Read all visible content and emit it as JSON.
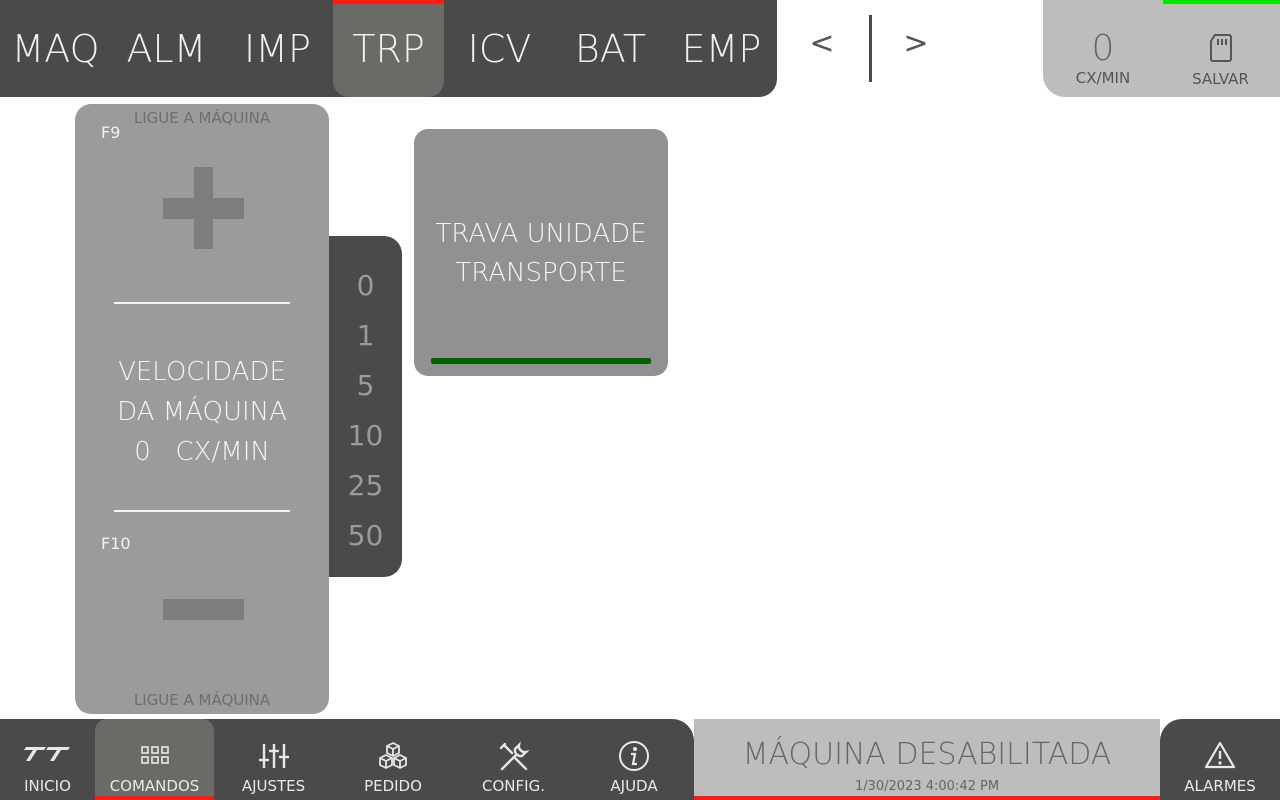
{
  "top_tabs": [
    {
      "label": "MAQ"
    },
    {
      "label": "ALM"
    },
    {
      "label": "IMP"
    },
    {
      "label": "TRP",
      "active": true
    },
    {
      "label": "ICV"
    },
    {
      "label": "BAT"
    },
    {
      "label": "EMP"
    }
  ],
  "pager": {
    "prev": "<",
    "next": ">"
  },
  "status_top": {
    "speed_value": "0",
    "speed_unit": "CX/MIN",
    "save_label": "SALVAR"
  },
  "speed_panel": {
    "top_hint": "LIGUE A MÁQUINA",
    "bottom_hint": "LIGUE A MÁQUINA",
    "increase_key": "F9",
    "decrease_key": "F10",
    "line1": "VELOCIDADE",
    "line2": "DA MÁQUINA",
    "value": "0",
    "unit": "CX/MIN"
  },
  "speed_steps": [
    "0",
    "1",
    "5",
    "10",
    "25",
    "50"
  ],
  "lock_button": {
    "line1": "TRAVA UNIDADE",
    "line2": "TRANSPORTE",
    "indicator_color": "#006400"
  },
  "bottom_nav": [
    {
      "label": "INICIO",
      "icon": "logo-icon"
    },
    {
      "label": "COMANDOS",
      "icon": "grid-icon",
      "active": true
    },
    {
      "label": "AJUSTES",
      "icon": "sliders-icon"
    },
    {
      "label": "PEDIDO",
      "icon": "boxes-icon"
    },
    {
      "label": "CONFIG.",
      "icon": "tools-icon"
    },
    {
      "label": "AJUDA",
      "icon": "info-icon"
    }
  ],
  "machine_status": {
    "title": "MÁQUINA DESABILITADA",
    "datetime": "1/30/2023 4:00:42 PM"
  },
  "alarms": {
    "label": "ALARMES",
    "icon": "warning-icon"
  },
  "colors": {
    "accent_red": "#ff1a1a",
    "accent_green": "#00e600",
    "bar_dark": "#4a4a4a",
    "panel_gray": "#9b9b9b"
  }
}
